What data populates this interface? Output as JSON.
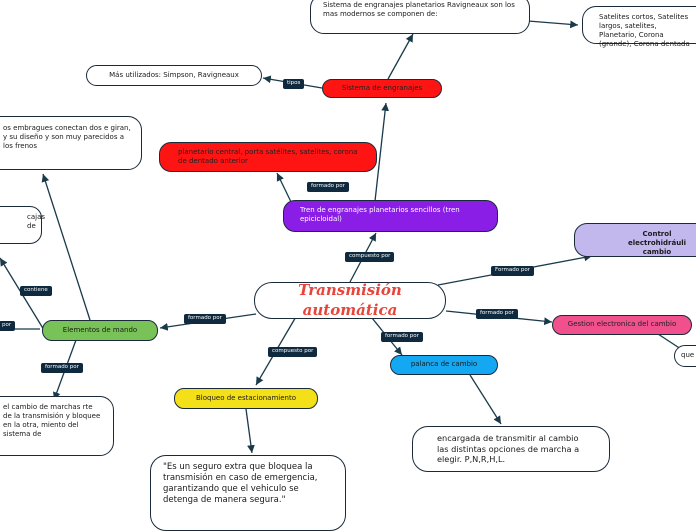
{
  "center": "Transmisión automática",
  "nodes": {
    "ravigneaux_desc": "Sistema de engranajes planetarios Ravigneaux son los mas modernos se componen de:",
    "satelites": "Satelites cortos, Satelites largos, satelites, Planetario, Corona (grande), Corona dentada",
    "mas_utilizados": "Más utilizados: Simpson, Ravigneaux",
    "sistema_engranajes": "Sistema de engranajes",
    "embragues": "os embragues conectan dos e giran, y su diseño y son muy parecidos a los frenos",
    "planetario_central": "planetario central, porta satélites, satelites, corona de dentado anterior",
    "tren": "Tren de engranajes planetarios sencillos (tren epicicloidal)",
    "control": "Control electrohidráuli cambio",
    "cajas": "cajas de",
    "elementos_mando": "Elementos de mando",
    "gestion": "Gestion electronica del cambio",
    "palanca": "palanca de cambio",
    "que": "que",
    "bloqueo": "Bloqueo de estacionamiento",
    "encargada": "encargada de transmitir al cambio las distintas opciones de marcha a elegir. P,N,R,H,L.",
    "cambio_marchas": "el cambio de marchas rte de la transmisión y bloquee en la otra, miento del sistema de",
    "seguro_extra": "\"Es un seguro extra que bloquea la transmisión en caso de emergencia, garantizando que el vehiculo se detenga de manera segura.\""
  },
  "labels": {
    "tipos": "tipos",
    "formado_por_1": "formado por",
    "compuesto_por_1": "compuesto por",
    "formado_por_2": "Formado por",
    "formado_por_3": "formado por",
    "formado_por_4": "formado por",
    "formado_por_5": "formado por",
    "compuesto_por_2": "compuesto por",
    "contiene": "contiene",
    "formado_por_6": "formado por",
    "por": "por"
  },
  "colors": {
    "red": "#ff1414",
    "purple": "#8b1ee6",
    "lavender": "#c3b8ee",
    "green": "#79c257",
    "pink": "#f0508c",
    "cyan": "#15a8f2",
    "yellow": "#f4e018",
    "tag": "#0f2a3f",
    "title": "#e8443a"
  }
}
